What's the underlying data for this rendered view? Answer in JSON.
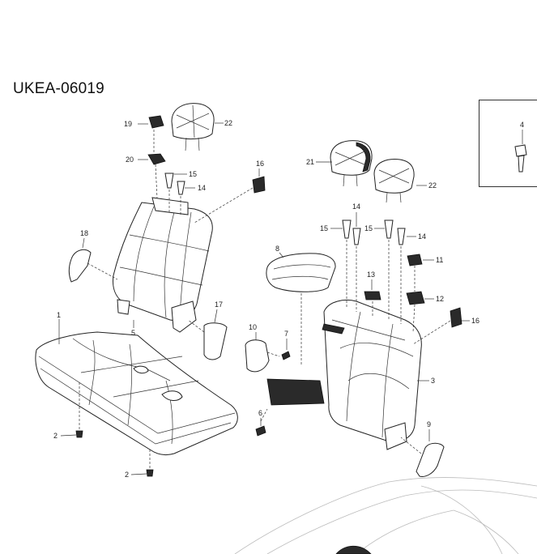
{
  "diagram_code": "UKEA-06019",
  "callouts": {
    "c1": "1",
    "c2a": "2",
    "c2b": "2",
    "c3": "3",
    "c4": "4",
    "c5": "5",
    "c6": "6",
    "c7": "7",
    "c8": "8",
    "c9": "9",
    "c10": "10",
    "c11": "11",
    "c12": "12",
    "c13": "13",
    "c14a": "14",
    "c14b": "14",
    "c14c": "14",
    "c15a": "15",
    "c15b": "15",
    "c15c": "15",
    "c16a": "16",
    "c16b": "16",
    "c17": "17",
    "c18": "18",
    "c19": "19",
    "c20": "20",
    "c21": "21",
    "c22a": "22",
    "c22b": "22"
  }
}
